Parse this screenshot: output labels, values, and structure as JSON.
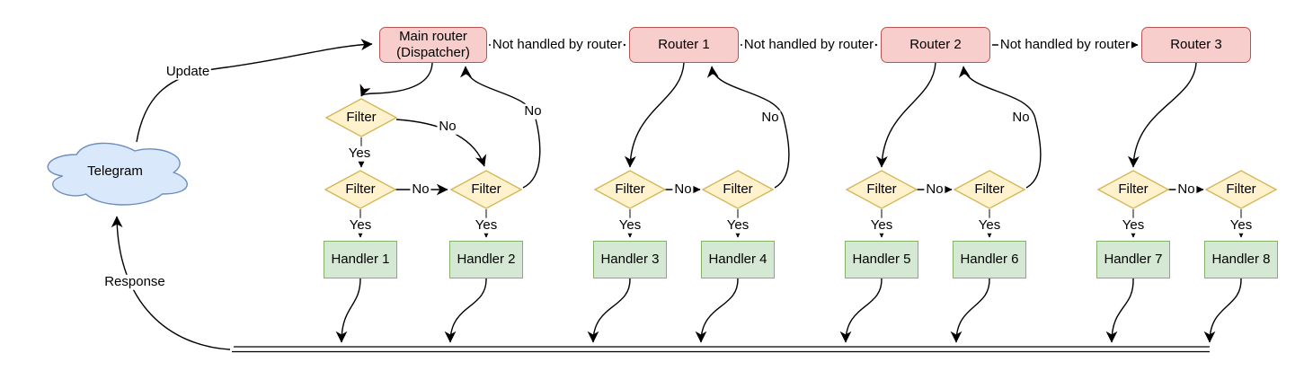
{
  "diagram": {
    "cloud": {
      "label": "Telegram"
    },
    "dispatcher": {
      "line1": "Main router",
      "line2": "(Dispatcher)"
    },
    "routers": [
      "Router 1",
      "Router 2",
      "Router 3"
    ],
    "filter_label": "Filter",
    "handlers": [
      "Handler 1",
      "Handler 2",
      "Handler 3",
      "Handler 4",
      "Handler 5",
      "Handler 6",
      "Handler 7",
      "Handler 8"
    ],
    "edge_labels": {
      "update": "Update",
      "response": "Response",
      "not_handled": "Not handled by router",
      "yes": "Yes",
      "no": "No"
    },
    "colors": {
      "router_fill": "#f8cecc",
      "router_stroke": "#b85450",
      "filter_fill": "#fff2cc",
      "filter_stroke": "#d6b656",
      "handler_fill": "#d5e8d4",
      "handler_stroke": "#82b366",
      "cloud_fill": "#dae8fc",
      "cloud_stroke": "#6c8ebf",
      "connector": "#000000",
      "stub": "#666666"
    }
  }
}
